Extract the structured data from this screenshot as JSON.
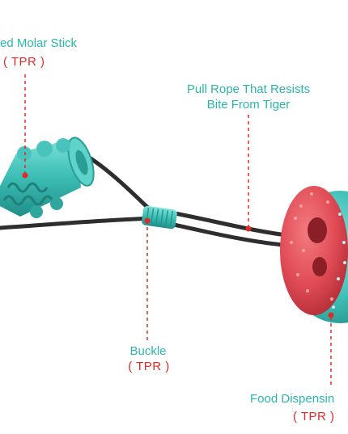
{
  "labels": {
    "molar_stick": {
      "title": "ed Molar Stick",
      "material": "( TPR )"
    },
    "pull_rope": {
      "line1": "Pull Rope That Resists",
      "line2": "Bite From Tiger"
    },
    "buckle": {
      "title": "Buckle",
      "material": "( TPR )"
    },
    "food_ball": {
      "title": "Food Dispensin",
      "material": "( TPR )"
    }
  },
  "colors": {
    "teal": "#2bb6ac",
    "red": "#e02a2a",
    "rope": "#2e2e30",
    "ball_red": "#e3525a",
    "ball_teal": "#46c7c0"
  }
}
